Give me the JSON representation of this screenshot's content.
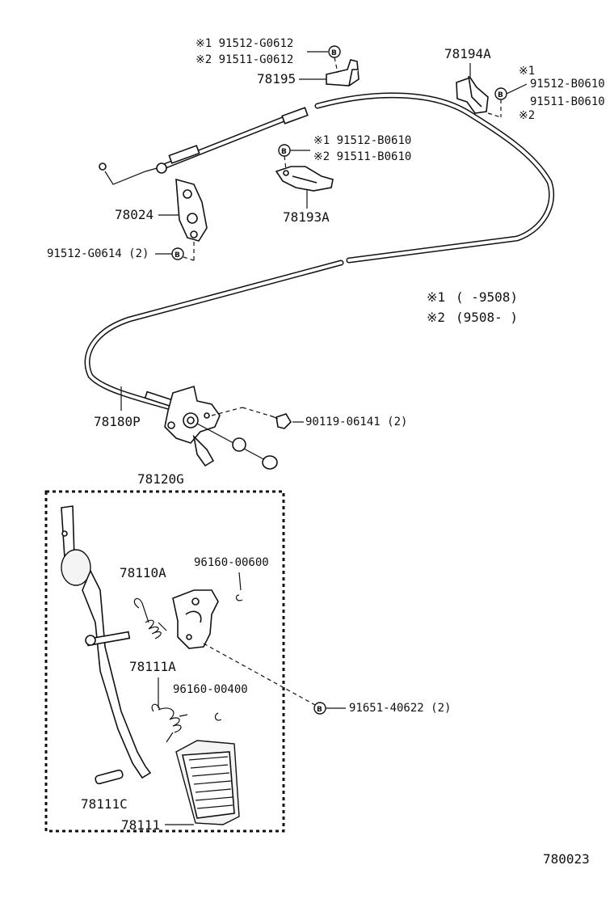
{
  "labels": {
    "top_bracket_note1": "※1 91512-G0612",
    "top_bracket_note2": "※2 91511-G0612",
    "p78195": "78195",
    "p78194A": "78194A",
    "r_note1_mark": "※1",
    "r_note1_part": "91512-B0610",
    "r_note2_part": "91511-B0610",
    "r_note2_mark": "※2",
    "mid_note1": "※1 91512-B0610",
    "mid_note2": "※2 91511-B0610",
    "p78193A": "78193A",
    "p78024": "78024",
    "p91512G0614": "91512-G0614 (2)",
    "legend1_mark": "※1",
    "legend1_range": "(      -9508)",
    "legend2_mark": "※2",
    "legend2_range": "(9508-      )",
    "p78180P": "78180P",
    "p90119": "90119-06141 (2)",
    "p78120G": "78120G",
    "p78110A": "78110A",
    "p96160_600": "96160-00600",
    "p78111A": "78111A",
    "p96160_400": "96160-00400",
    "p91651": "91651-40622 (2)",
    "p78111C": "78111C",
    "p78111": "78111",
    "diagram_id": "780023"
  },
  "bolt_symbol": "B"
}
